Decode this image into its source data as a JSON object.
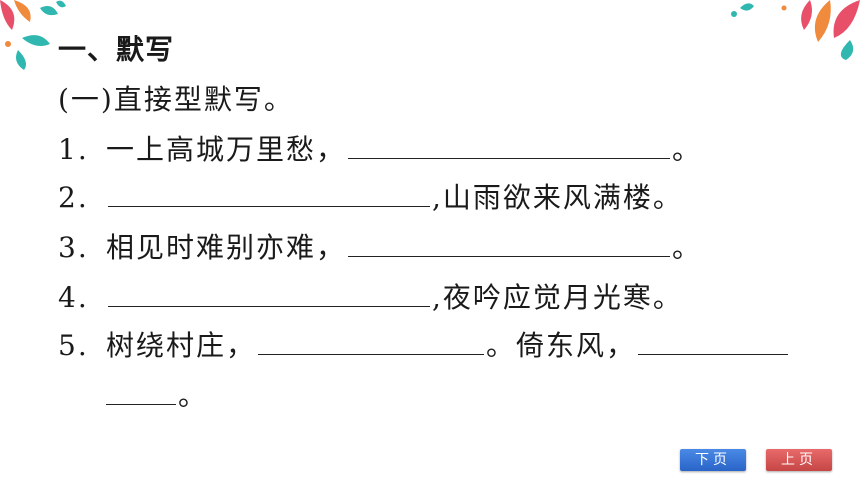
{
  "section": {
    "heading": "一、默写",
    "subheading": "(一)直接型默写。"
  },
  "questions": [
    {
      "num": "1.",
      "before": "一上高城万里愁，",
      "after": "。"
    },
    {
      "num": "2.",
      "before": "",
      "after": ",山雨欲来风满楼。"
    },
    {
      "num": "3.",
      "before": "相见时难别亦难，",
      "after": "。"
    },
    {
      "num": "4.",
      "before": "",
      "after": ",夜吟应觉月光寒。"
    },
    {
      "num": "5.",
      "before": "树绕村庄，",
      "mid": "。倚东风，",
      "after": "。"
    }
  ],
  "nav": {
    "next_label": "下页",
    "prev_label": "上页"
  },
  "colors": {
    "next_button": "#2f6fd6",
    "prev_button": "#d85656",
    "deco_teal": "#2fb7b0",
    "deco_pink": "#e8506a",
    "deco_orange": "#f08a3c"
  }
}
